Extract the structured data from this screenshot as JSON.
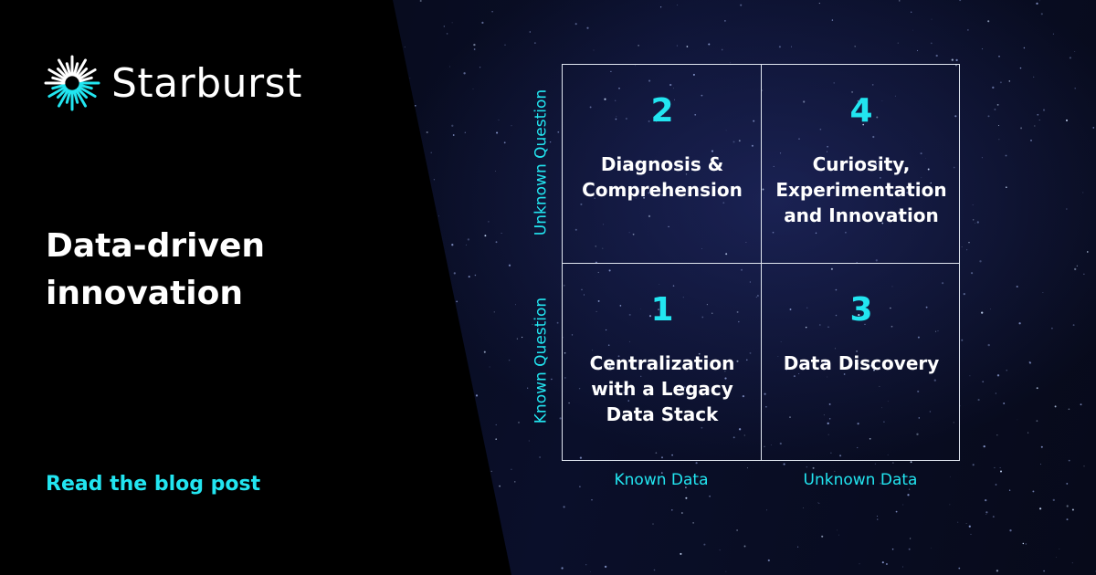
{
  "brand": {
    "name": "Starburst",
    "accent": "#22e5f0",
    "logo_icon": "starburst-icon"
  },
  "headline": "Data-driven\ninnovation",
  "cta": "Read the blog post",
  "matrix": {
    "cells": [
      {
        "number": "2",
        "label": "Diagnosis &\nComprehension"
      },
      {
        "number": "4",
        "label": "Curiosity,\nExperimentation\nand Innovation"
      },
      {
        "number": "1",
        "label": "Centralization\nwith a Legacy\nData Stack"
      },
      {
        "number": "3",
        "label": "Data Discovery"
      }
    ],
    "x_axis": [
      "Known Data",
      "Unknown Data"
    ],
    "y_axis": [
      "Unknown Question",
      "Known Question"
    ]
  }
}
